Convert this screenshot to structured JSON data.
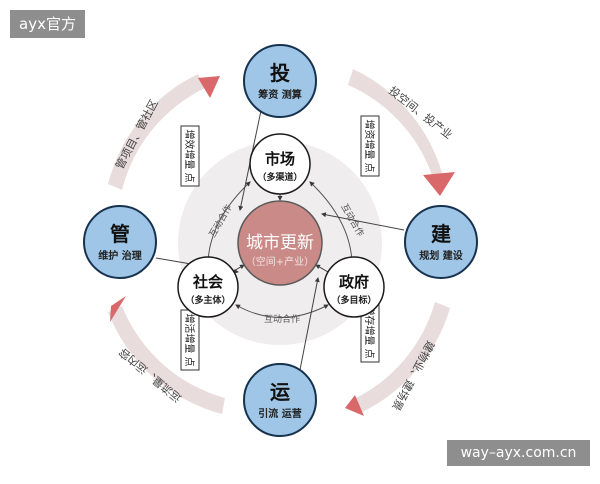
{
  "watermark": {
    "top_left": "ayx官方",
    "bottom_right": "way–ayx.com.cn"
  },
  "colors": {
    "outer_node_fill": "#9fc6e6",
    "outer_node_stroke": "#17324f",
    "center_fill": "#c98a88",
    "center_text": "#ffffff",
    "arc_fill": "#e9dcdc",
    "arrow_head": "#d9686a",
    "halo": "#efeded"
  },
  "nodes": {
    "tou": {
      "title": "投",
      "sub": "筹资 测算"
    },
    "jian": {
      "title": "建",
      "sub": "规划 建设"
    },
    "yun": {
      "title": "运",
      "sub": "引流 运营"
    },
    "guan": {
      "title": "管",
      "sub": "维护 治理"
    }
  },
  "center": {
    "title": "城市更新",
    "sub": "（空间+产业）"
  },
  "inner_nodes": {
    "market": {
      "title": "市场",
      "sub": "（多渠道）"
    },
    "gov": {
      "title": "政府",
      "sub": "（多目标）"
    },
    "society": {
      "title": "社会",
      "sub": "（多主体）"
    }
  },
  "cycle_labels": {
    "top_right": "投空间、投产业",
    "bottom_right": "建物业、建场景",
    "bottom_left": "运流量、运内容",
    "top_left": "管项目、管社区"
  },
  "interaction_label": "互动合作",
  "gain_labels": {
    "value": "增资增量 点",
    "inventory": "增存增量 点",
    "vitality": "增活增量 点",
    "efficiency": "增效增量 点"
  }
}
